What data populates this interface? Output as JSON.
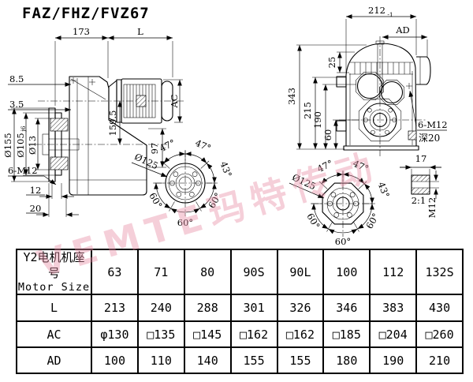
{
  "title": "FAZ/FHZ/FVZ67",
  "watermark": "VEMTE玛特传动",
  "drawing": {
    "side_view": {
      "dim_flange_to_motor": "173",
      "dim_motor_length": "L",
      "dim_offset_top": "8.5",
      "dim_offset_face": "3.5",
      "dim_motor_diameter": "AC",
      "dim_flange_od": "Ø155",
      "dim_spigot": "Ø105",
      "dim_spigot_fit": "j6",
      "dim_bolt_hole": "Ø13",
      "dim_axis_height": "159.5",
      "dim_output_width": "97",
      "note_bolts": "6-M12",
      "dim_hub_12": "12",
      "dim_hub_20": "20"
    },
    "flange_left": {
      "dim_bolt_circle": "Ø125",
      "angles": [
        "47°",
        "47°",
        "43°",
        "60°",
        "60°",
        "60°"
      ]
    },
    "front_view": {
      "dim_width": "212",
      "dim_width_tol": "-1",
      "dim_ad": "AD",
      "dim_25": "25",
      "dim_343": "343",
      "dim_215": "215",
      "dim_190": "190",
      "dim_60": "60",
      "note_bolts": "6-M12",
      "note_depth": "深20"
    },
    "flange_right": {
      "dim_bolt_circle": "Ø125",
      "angles": [
        "47°",
        "47°",
        "43°",
        "60°",
        "60°",
        "60°"
      ]
    },
    "key_detail": {
      "dim_17": "17",
      "scale": "2:1",
      "thread": "M12"
    }
  },
  "table": {
    "header": {
      "cn": "Y2电机机座号",
      "en": "Motor Size"
    },
    "columns": [
      "63",
      "71",
      "80",
      "90S",
      "90L",
      "100",
      "112",
      "132S"
    ],
    "rows": [
      {
        "label": "L",
        "values": [
          "213",
          "240",
          "288",
          "301",
          "326",
          "346",
          "383",
          "430"
        ]
      },
      {
        "label": "AC",
        "values": [
          "φ130",
          "□135",
          "□145",
          "□162",
          "□162",
          "□185",
          "□204",
          "□260"
        ]
      },
      {
        "label": "AD",
        "values": [
          "100",
          "110",
          "140",
          "155",
          "155",
          "180",
          "190",
          "210"
        ]
      }
    ]
  }
}
